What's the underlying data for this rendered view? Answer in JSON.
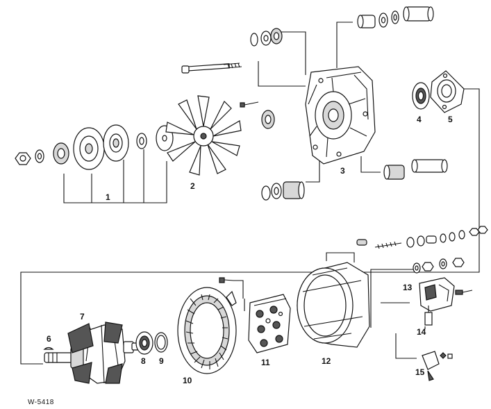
{
  "figure": {
    "code": "W-5418",
    "labels": {
      "1": "1",
      "2": "2",
      "3": "3",
      "4": "4",
      "5": "5",
      "6": "6",
      "7": "7",
      "8": "8",
      "9": "9",
      "10": "10",
      "11": "11",
      "12": "12",
      "13": "13",
      "14": "14",
      "15": "15"
    }
  }
}
